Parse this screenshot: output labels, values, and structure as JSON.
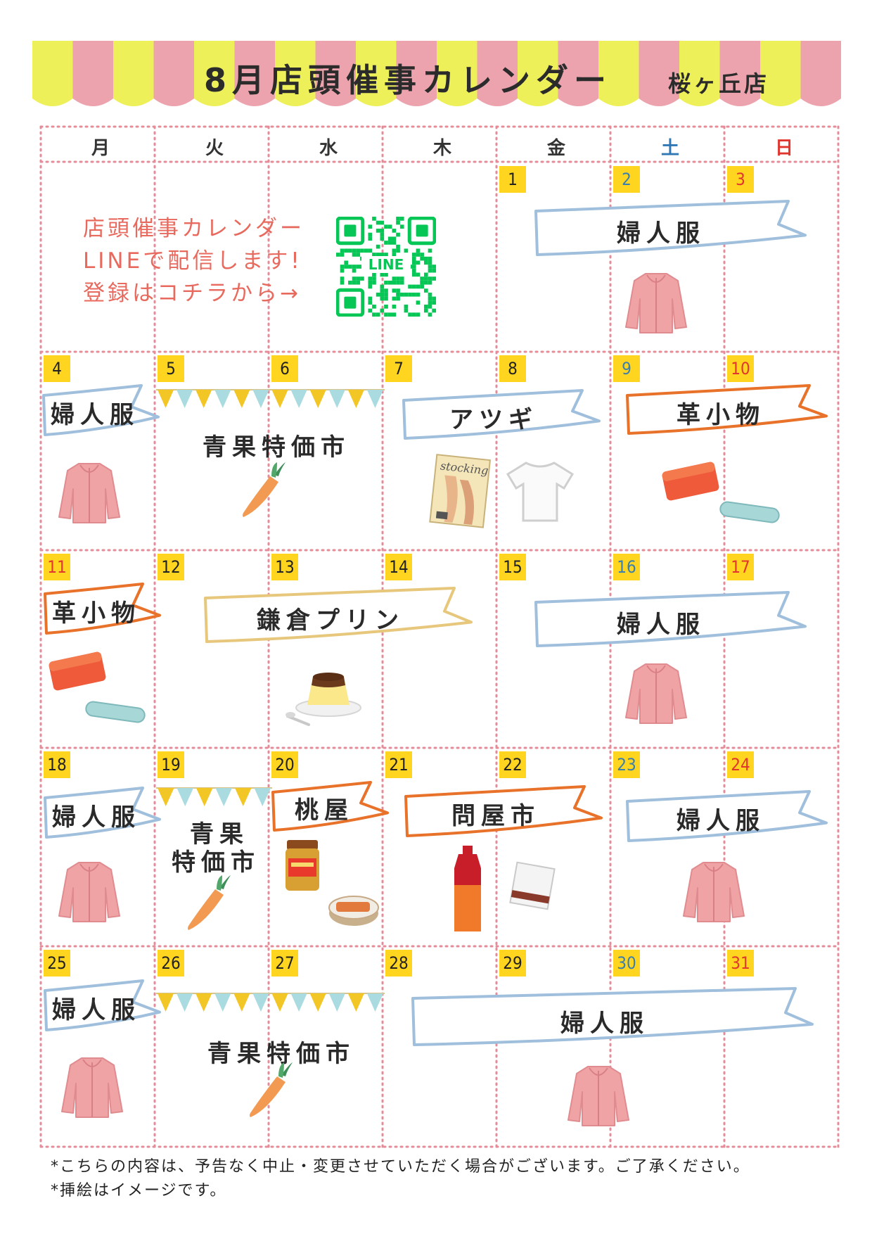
{
  "title": "8月店頭催事カレンダー",
  "store": "桜ヶ丘店",
  "weekdays": [
    {
      "label": "月",
      "color": "#333333"
    },
    {
      "label": "火",
      "color": "#333333"
    },
    {
      "label": "水",
      "color": "#333333"
    },
    {
      "label": "木",
      "color": "#333333"
    },
    {
      "label": "金",
      "color": "#333333"
    },
    {
      "label": "土",
      "color": "#2f78b5"
    },
    {
      "label": "日",
      "color": "#e0362e"
    }
  ],
  "days": [
    "1",
    "2",
    "3",
    "4",
    "5",
    "6",
    "7",
    "8",
    "9",
    "10",
    "11",
    "12",
    "13",
    "14",
    "15",
    "16",
    "17",
    "18",
    "19",
    "20",
    "21",
    "22",
    "23",
    "24",
    "25",
    "26",
    "27",
    "28",
    "29",
    "30",
    "31"
  ],
  "promo": {
    "lines": [
      "店頭催事カレンダー",
      "LINEで配信します!",
      "登録はコチラから→"
    ],
    "qr_label": "LINE"
  },
  "events": {
    "w1_fujin": "婦人服",
    "w2_fujin": "婦人服",
    "w2_seika": "青果特価市",
    "w2_atsugi": "アツギ",
    "w2_stocking": "stocking",
    "w2_kawa": "革小物",
    "w3_kawa": "革小物",
    "w3_purin": "鎌倉プリン",
    "w3_fujin": "婦人服",
    "w4_fujin_mon": "婦人服",
    "w4_seika_a": "青果",
    "w4_seika_b": "特価市",
    "w4_momoya": "桃屋",
    "w4_tonya": "問屋市",
    "w4_fujin_sat": "婦人服",
    "w5_fujin_mon": "婦人服",
    "w5_seika": "青果特価市",
    "w5_fujin": "婦人服"
  },
  "notes": [
    "*こちらの内容は、予告なく中止・変更させていただく場合がございます。ご了承ください。",
    "*挿絵はイメージです。"
  ],
  "colors": {
    "awning_yellow": "#eef05a",
    "awning_pink": "#eca3ad",
    "grid_dots": "#e58c98",
    "day_badge": "#ffd51f",
    "banner_blue": "#9fbfdc",
    "banner_orange": "#e8722a",
    "banner_gold": "#e7c77c",
    "promo_text": "#e86a5e",
    "line_green": "#06c755"
  }
}
